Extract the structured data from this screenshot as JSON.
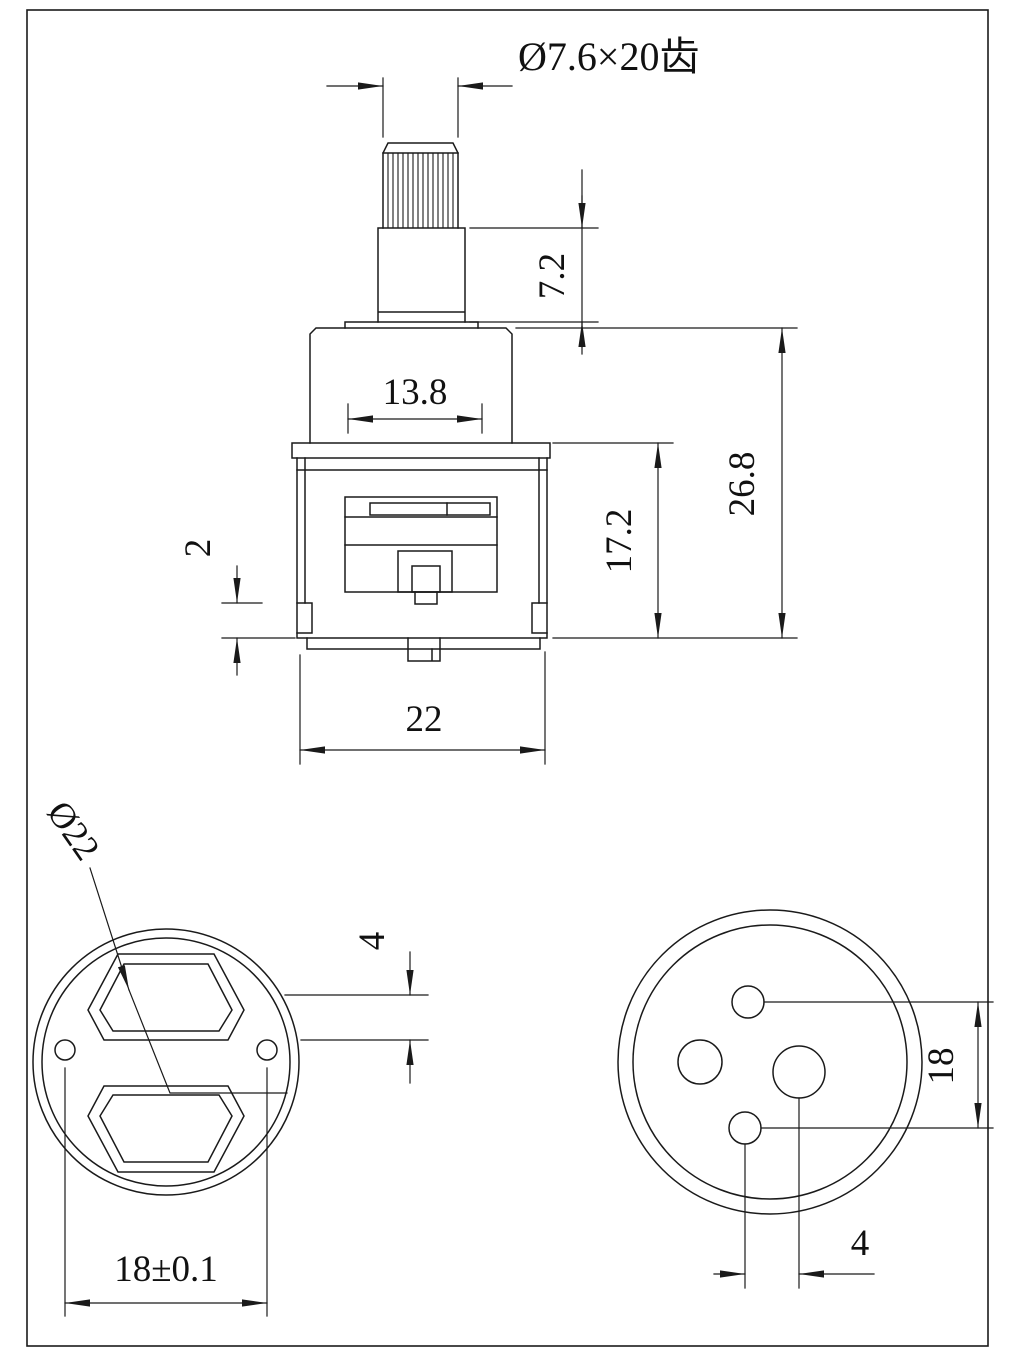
{
  "views": {
    "front": {
      "dims": {
        "spline": "Ø7.6×20齿",
        "stem_height": "7.2",
        "inner_width": "13.8",
        "body_height": "17.2",
        "total_height": "26.8",
        "lip_height": "2",
        "body_width": "22"
      }
    },
    "top": {
      "dims": {
        "diameter": "Ø22",
        "port_depth": "4",
        "lug_spacing": "18±0.1"
      }
    },
    "bottom": {
      "dims": {
        "hole_spacing": "18",
        "hole_offset": "4"
      }
    }
  },
  "colors": {
    "line": "#1a1a1a",
    "background": "#ffffff"
  }
}
